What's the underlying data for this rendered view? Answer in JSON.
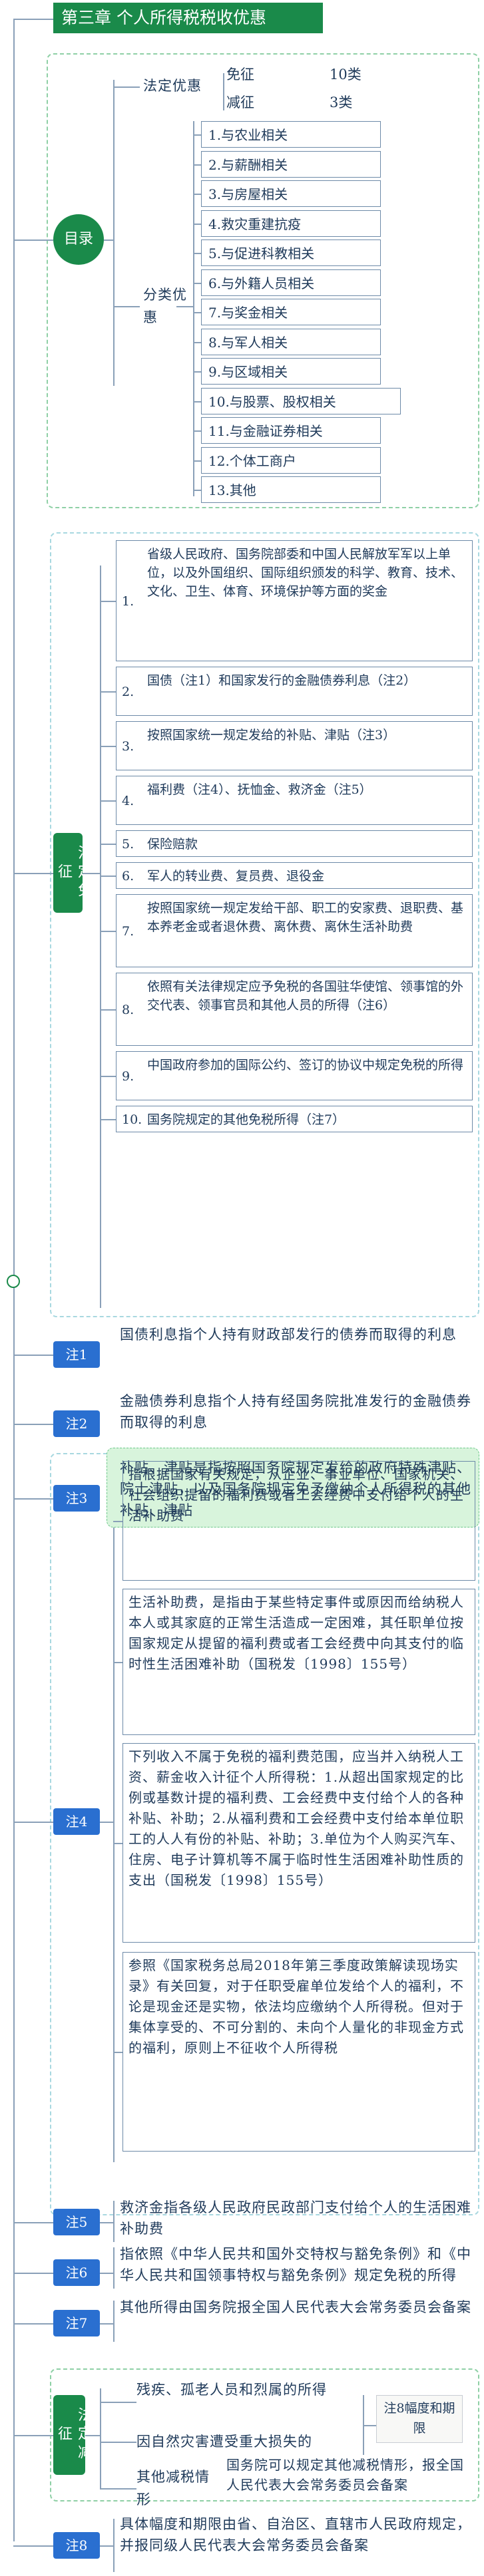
{
  "title": "第三章  个人所得税税收优惠",
  "toc": {
    "label": "目录",
    "legal": {
      "label": "法定优惠",
      "items": [
        {
          "name": "免征",
          "count": "10类"
        },
        {
          "name": "减征",
          "count": "3类"
        }
      ]
    },
    "categories": {
      "label": "分类优惠",
      "items": [
        "1.与农业相关",
        "2.与薪酬相关",
        "3.与房屋相关",
        "4.救灾重建抗疫",
        "5.与促进科教相关",
        "6.与外籍人员相关",
        "7.与奖金相关",
        "8.与军人相关",
        "9.与区域相关",
        "10.与股票、股权相关",
        "11.与金融证券相关",
        "12.个体工商户",
        "13.其他"
      ]
    }
  },
  "exempt": {
    "label": "法定免征",
    "items": [
      {
        "n": "1.",
        "text": "省级人民政府、国务院部委和中国人民解放军军以上单位，以及外国组织、国际组织颁发的科学、教育、技术、文化、卫生、体育、环境保护等方面的奖金"
      },
      {
        "n": "2.",
        "text": "国债（注1）和国家发行的金融债券利息（注2）"
      },
      {
        "n": "3.",
        "text": "按照国家统一规定发给的补贴、津贴（注3）"
      },
      {
        "n": "4.",
        "text": "福利费（注4）、抚恤金、救济金（注5）"
      },
      {
        "n": "5.",
        "text": "保险赔款"
      },
      {
        "n": "6.",
        "text": "军人的转业费、复员费、退役金"
      },
      {
        "n": "7.",
        "text": "按照国家统一规定发给干部、职工的安家费、退职费、基本养老金或者退休费、离休费、离休生活补助费"
      },
      {
        "n": "8.",
        "text": "依照有关法律规定应予免税的各国驻华使馆、领事馆的外交代表、领事官员和其他人员的所得（注6）"
      },
      {
        "n": "9.",
        "text": "中国政府参加的国际公约、签订的协议中规定免税的所得"
      },
      {
        "n": "10.",
        "text": "国务院规定的其他免税所得（注7）"
      }
    ]
  },
  "notes": [
    {
      "label": "注1",
      "text": "国债利息指个人持有财政部发行的债券而取得的利息"
    },
    {
      "label": "注2",
      "text": "金融债券利息指个人持有经国务院批准发行的金融债券而取得的利息"
    },
    {
      "label": "注3",
      "text": "补贴、津贴是指按照国务院规定发给的政府特殊津贴、院士津贴，以及国务院规定免予缴纳个人所得税的其他补贴、津贴"
    }
  ],
  "note4": {
    "label": "注4",
    "paras": [
      "指根据国家有关规定，从企业、事业单位、国家机关、社会组织提留的福利费或者工会经费中支付给个人的生活补助费",
      "生活补助费，是指由于某些特定事件或原因而给纳税人本人或其家庭的正常生活造成一定困难，其任职单位按国家规定从提留的福利费或者工会经费中向其支付的临时性生活困难补助（国税发〔1998〕155号）",
      "下列收入不属于免税的福利费范围，应当并入纳税人工资、薪金收入计征个人所得税：1.从超出国家规定的比例或基数计提的福利费、工会经费中支付给个人的各种补贴、补助；2.从福利费和工会经费中支付给本单位职工的人人有份的补贴、补助；3.单位为个人购买汽车、住房、电子计算机等不属于临时性生活困难补助性质的支出（国税发〔1998〕155号）",
      "参照《国家税务总局2018年第三季度政策解读现场实录》有关回复，对于任职受雇单位发给个人的福利，不论是现金还是实物，依法均应缴纳个人所得税。但对于集体享受的、不可分割的、未向个人量化的非现金方式的福利，原则上不征收个人所得税"
    ]
  },
  "notes2": [
    {
      "label": "注5",
      "text": "救济金指各级人民政府民政部门支付给个人的生活困难补助费"
    },
    {
      "label": "注6",
      "text": "指依照《中华人民共和国外交特权与豁免条例》和《中华人民共和国领事特权与豁免条例》规定免税的所得"
    },
    {
      "label": "注7",
      "text": "其他所得由国务院报全国人民代表大会常务委员会备案"
    }
  ],
  "reduce": {
    "label": "法定减征",
    "item1": "残疾、孤老人员和烈属的所得",
    "item2": "因自然灾害遭受重大损失的",
    "note_tag": "注8幅度和期限",
    "other_label": "其他减税情形",
    "other_text": "国务院可以规定其他减税情形，报全国人民代表大会常务委员会备案"
  },
  "note8": {
    "label": "注8",
    "text": "具体幅度和期限由省、自治区、直辖市人民政府规定，并报同级人民代表大会常务委员会备案"
  }
}
